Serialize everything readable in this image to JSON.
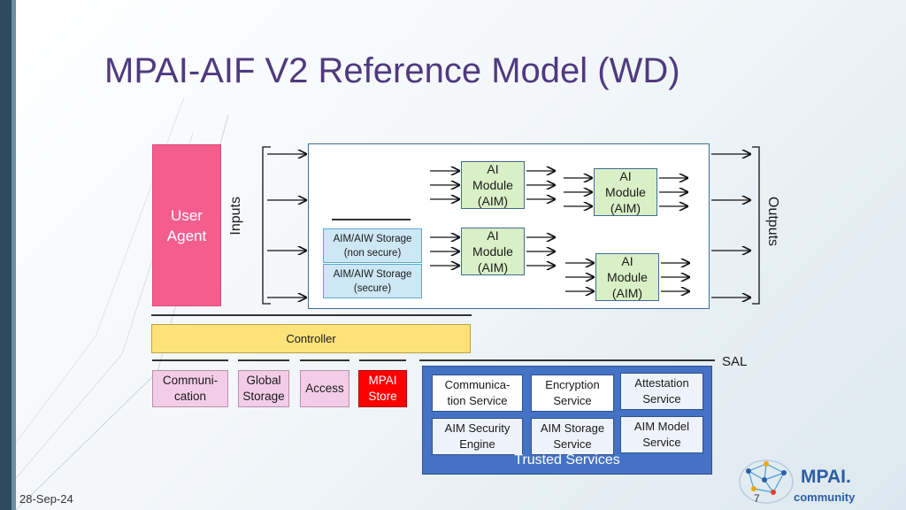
{
  "slide": {
    "title": "MPAI-AIF V2 Reference Model (WD)",
    "date": "28-Sep-24",
    "page_number": "7"
  },
  "diagram": {
    "user_agent": {
      "line1": "User",
      "line2": "Agent"
    },
    "inputs_label": "Inputs",
    "outputs_label": "Outputs",
    "aims": [
      {
        "line1": "AI",
        "line2": "Module",
        "line3": "(AIM)"
      },
      {
        "line1": "AI",
        "line2": "Module",
        "line3": "(AIM)"
      },
      {
        "line1": "AI",
        "line2": "Module",
        "line3": "(AIM)"
      },
      {
        "line1": "AI",
        "line2": "Module",
        "line3": "(AIM)"
      }
    ],
    "storage_non_secure": {
      "line1": "AIM/AIW Storage",
      "line2": "(non secure)"
    },
    "storage_secure": {
      "line1": "AIM/AIW Storage",
      "line2": "(secure)"
    },
    "controller": "Controller",
    "sal_label": "SAL",
    "bottom_modules": [
      {
        "line1": "Communi-",
        "line2": "cation"
      },
      {
        "line1": "Global",
        "line2": "Storage"
      },
      {
        "line1": "Access",
        "line2": ""
      },
      {
        "line1": "MPAI",
        "line2": "Store"
      }
    ],
    "trusted_services": {
      "label": "Trusted Services",
      "services": [
        {
          "line1": "Communica-",
          "line2": "tion Service"
        },
        {
          "line1": "Encryption",
          "line2": "Service"
        },
        {
          "line1": "Attestation",
          "line2": "Service"
        },
        {
          "line1": "AIM Security",
          "line2": "Engine"
        },
        {
          "line1": "AIM Storage",
          "line2": "Service"
        },
        {
          "line1": "AIM Model",
          "line2": "Service"
        }
      ]
    }
  },
  "logo": {
    "word": "MPAI.",
    "sub": "community"
  },
  "colors": {
    "title": "#4f3a80",
    "user_agent": "#f45e8f",
    "aim_fill": "#d9f0c6",
    "storage_fill": "#cde7f5",
    "controller_fill": "#fde27a",
    "module_fill": "#f3cde8",
    "mpai_store_fill": "#ff0000",
    "trusted_fill": "#4472c4",
    "logo": "#2b5ea7"
  }
}
